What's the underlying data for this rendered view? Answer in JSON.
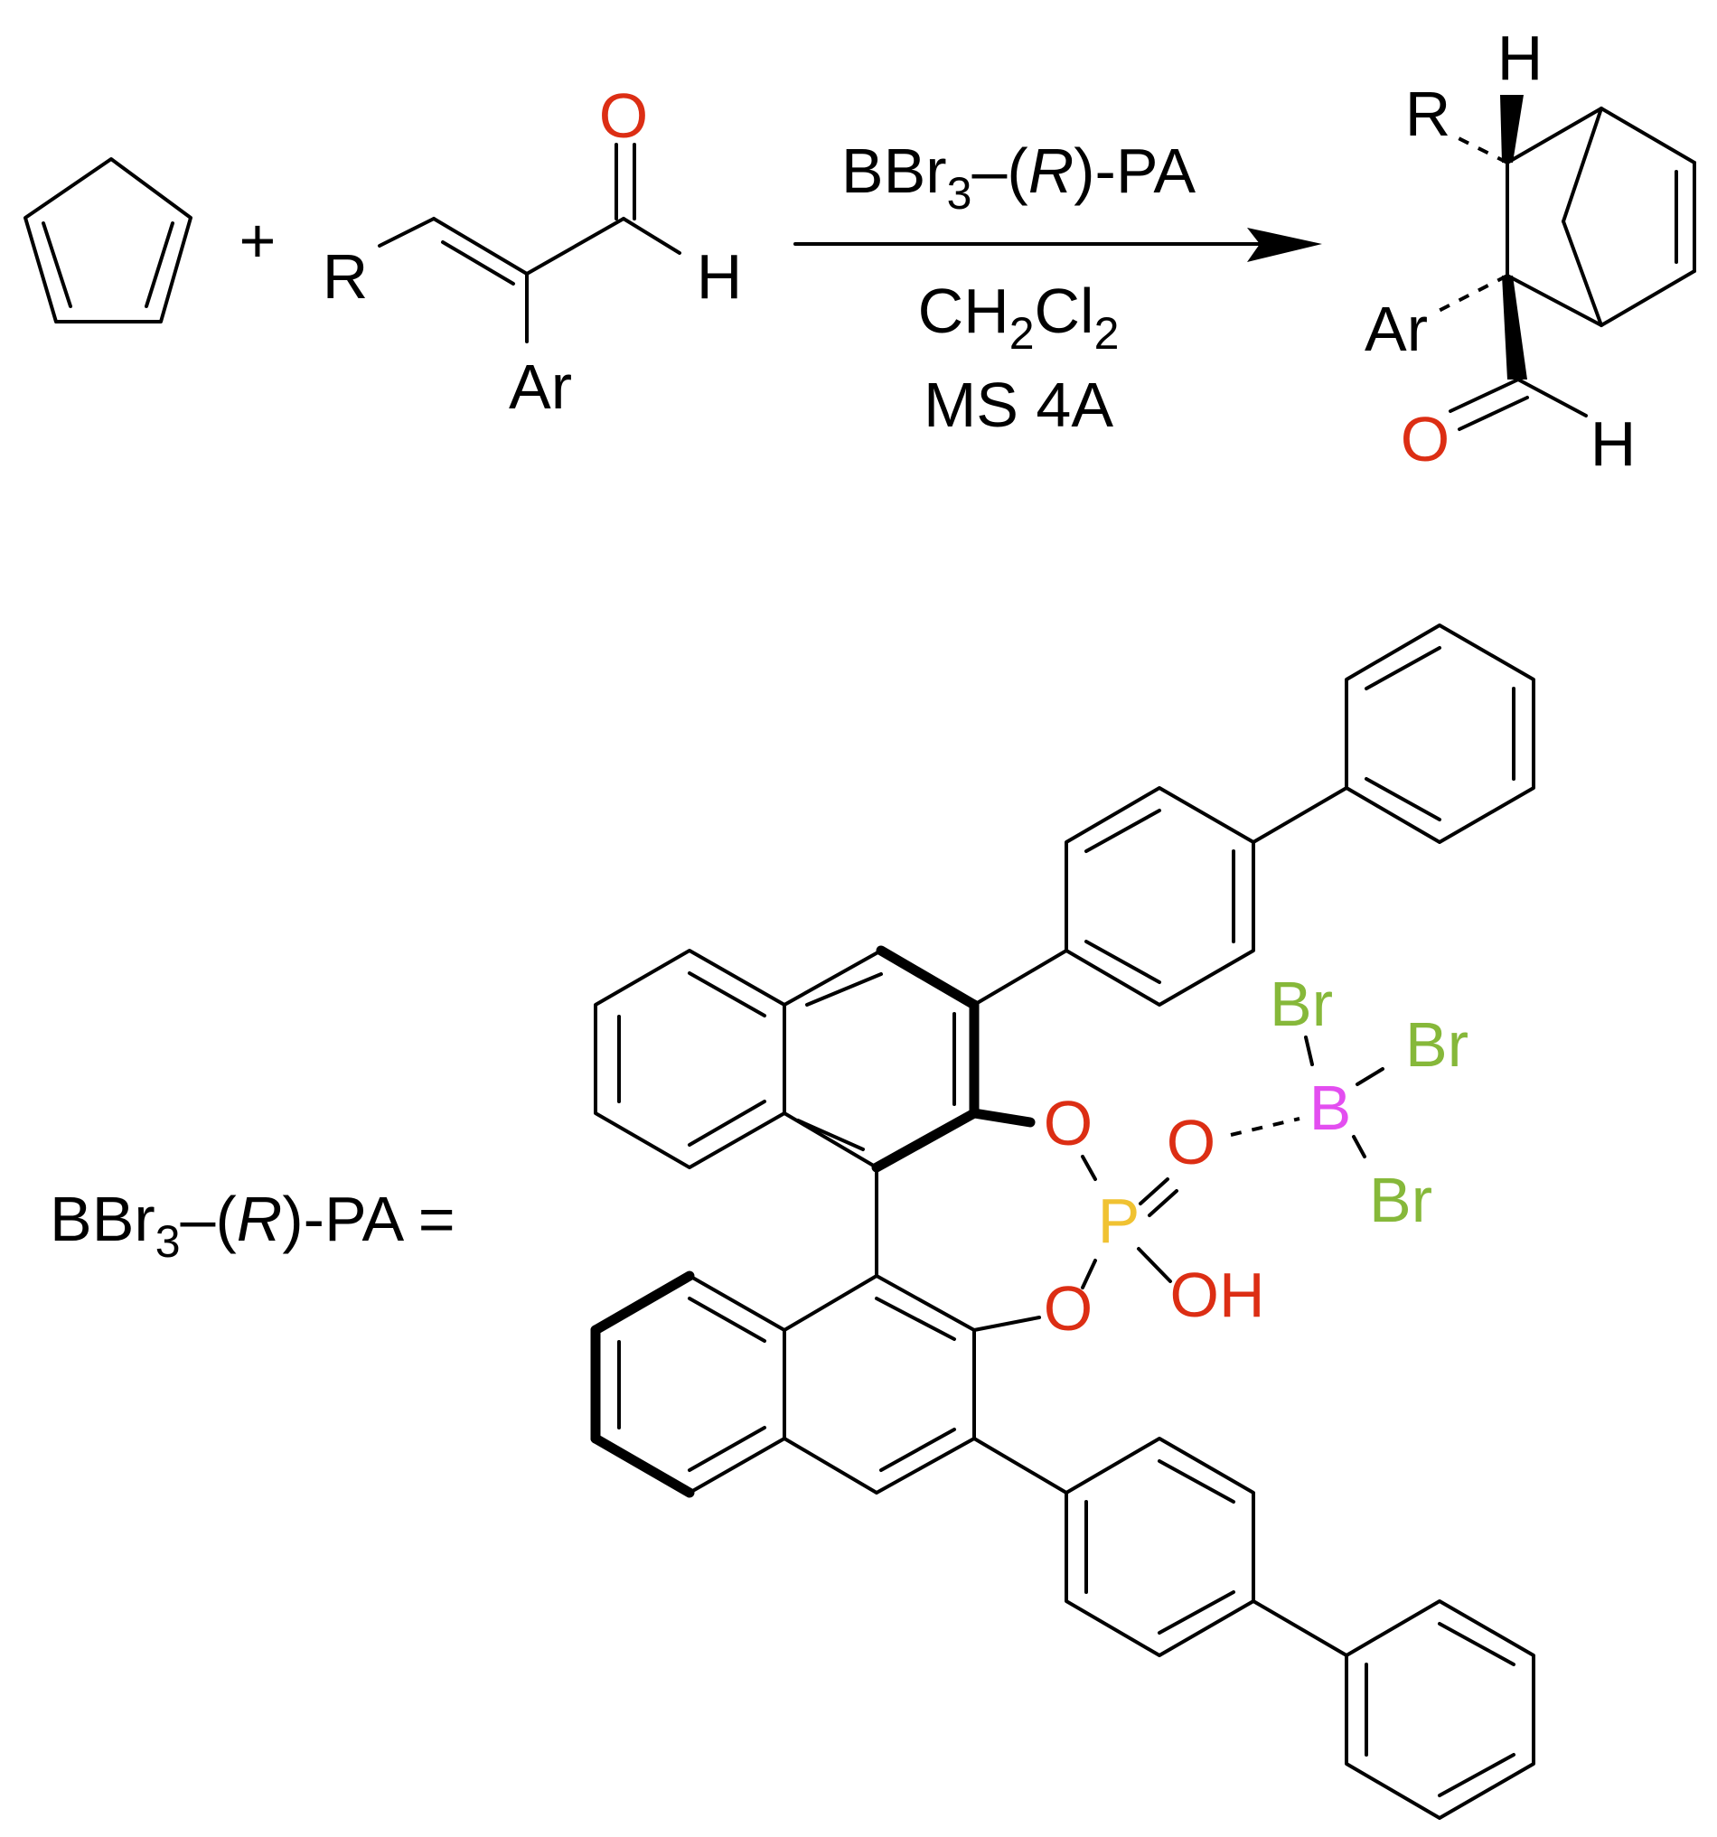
{
  "reaction": {
    "plus_sign": "+",
    "reactant_aldehyde": {
      "r_group": "R",
      "aryl": "Ar",
      "oxygen": "O",
      "hydrogen": "H"
    },
    "conditions": {
      "catalyst": {
        "prefix": "BBr",
        "subscript": "3",
        "dash": "–(",
        "config": "R",
        "suffix": ")-PA"
      },
      "solvent": {
        "prefix": "CH",
        "sub1": "2",
        "middle": "Cl",
        "sub2": "2"
      },
      "additive": "MS 4A"
    },
    "product": {
      "hydrogen_top": "H",
      "r_group": "R",
      "aryl": "Ar",
      "oxygen": "O",
      "hydrogen": "H"
    }
  },
  "catalyst_definition": {
    "label": {
      "prefix": "BBr",
      "subscript": "3",
      "dash": "–(",
      "config": "R",
      "suffix": ")-PA ="
    },
    "atoms": {
      "o_upper": "O",
      "o_lower": "O",
      "phosphorus": "P",
      "o_double": "O",
      "oh": "OH",
      "boron": "B",
      "br1": "Br",
      "br2": "Br",
      "br3": "Br"
    }
  },
  "colors": {
    "oxygen": "#dc2e14",
    "phosphorus": "#f0c232",
    "boron": "#e34ef0",
    "bromine": "#86b83a",
    "bond": "#000000"
  }
}
